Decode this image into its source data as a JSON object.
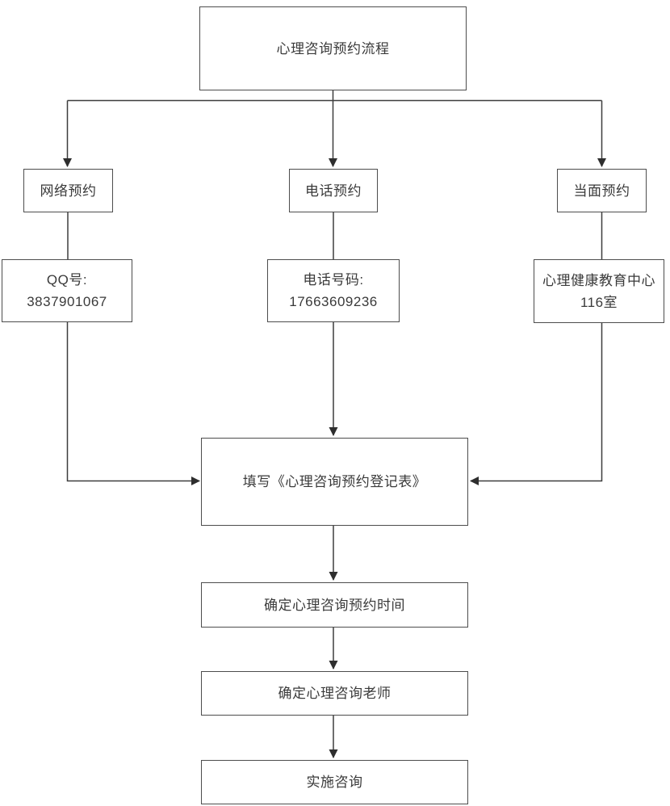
{
  "diagram": {
    "title": "心理咨询预约流程",
    "nodes": {
      "start": {
        "label": "心理咨询预约流程"
      },
      "online": {
        "label": "网络预约"
      },
      "phone": {
        "label": "电话预约"
      },
      "inperson": {
        "label": "当面预约"
      },
      "qq": {
        "line1": "QQ号:",
        "line2": "3837901067"
      },
      "phonenum": {
        "line1": "电话号码:",
        "line2": "17663609236"
      },
      "center": {
        "line1": "心理健康教育中心",
        "line2": "116室"
      },
      "form": {
        "label": "填写《心理咨询预约登记表》"
      },
      "time": {
        "label": "确定心理咨询预约时间"
      },
      "teacher": {
        "label": "确定心理咨询老师"
      },
      "conduct": {
        "label": "实施咨询"
      }
    },
    "colors": {
      "background": "#ffffff",
      "node_border": "#4d4d4d",
      "connector_line": "#3d3d3d",
      "arrowhead": "#2e2e2e",
      "text": "#3a3a3a"
    }
  }
}
